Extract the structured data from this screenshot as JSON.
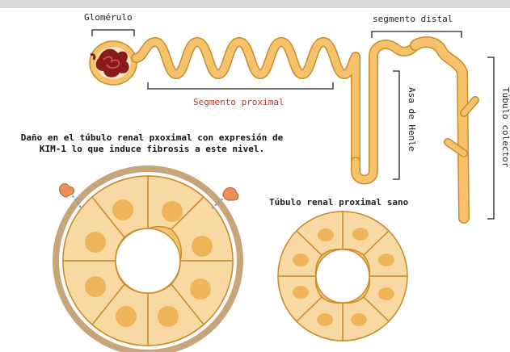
{
  "labels": {
    "glomerulo": "Glomérulo",
    "segmento_distal": "segmento distal",
    "segmento_proximal": "Segmento proximal",
    "asa_de_henle": "Asa de Henle",
    "tubulo_colector": "Túbulo colector",
    "dano_line1": "Daño en el túbulo renal pxoximal con expresión de",
    "dano_line2": "KIM-1 lo que induce fibrosis a este nivel.",
    "tubulo_sano": "Túbulo renal proximal sano"
  },
  "colors": {
    "tubule_fill": "#f5c26b",
    "tubule_stroke": "#c98c2c",
    "cell_fill": "#f9d9a3",
    "nucleus": "#f0b458",
    "fibrosis_ring": "#c7a47a",
    "glomerulus": "#8b1a1a",
    "label_red": "#c0392b"
  },
  "icons": [
    "kim1-receptor-icon"
  ]
}
